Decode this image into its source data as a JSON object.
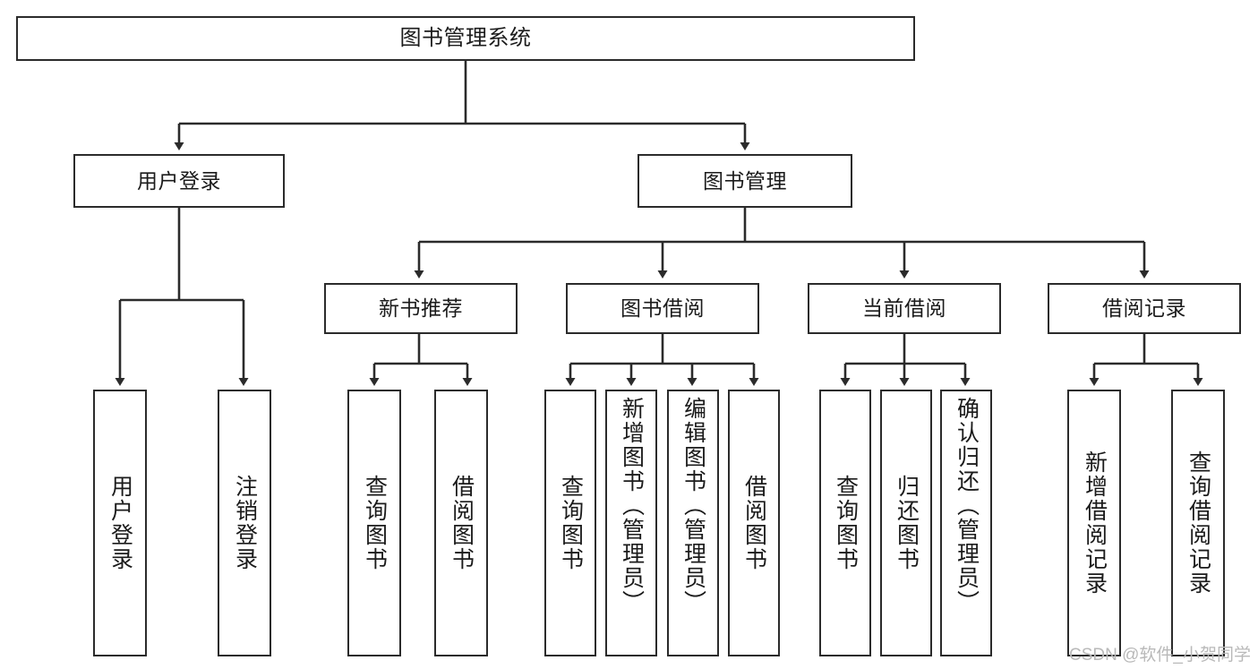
{
  "diagram": {
    "title": "图书管理系统",
    "type": "tree",
    "orientation": "top-down",
    "colors": {
      "box_border": "#2b2b2b",
      "box_fill": "#ffffff",
      "connector": "#2b2b2b",
      "text": "#1b1b1b",
      "watermark": "#b9b9b9"
    }
  },
  "nodes": {
    "root": {
      "label": "图书管理系统"
    },
    "level1": [
      {
        "label": "用户登录"
      },
      {
        "label": "图书管理"
      }
    ],
    "level2": [
      {
        "label": "新书推荐"
      },
      {
        "label": "图书借阅"
      },
      {
        "label": "当前借阅"
      },
      {
        "label": "借阅记录"
      }
    ],
    "leaves": {
      "user_login": [
        {
          "label": "用户登录"
        },
        {
          "label": "注销登录"
        }
      ],
      "new_book_recommend": [
        {
          "label": "查询图书"
        },
        {
          "label": "借阅图书"
        }
      ],
      "book_borrow": [
        {
          "label": "查询图书"
        },
        {
          "label": "新增图书（管理员）"
        },
        {
          "label": "编辑图书（管理员）"
        },
        {
          "label": "借阅图书"
        }
      ],
      "current_borrow": [
        {
          "label": "查询图书"
        },
        {
          "label": "归还图书"
        },
        {
          "label": "确认归还（管理员）"
        }
      ],
      "borrow_record": [
        {
          "label": "新增借阅记录"
        },
        {
          "label": "查询借阅记录"
        }
      ]
    }
  },
  "watermark": {
    "text": "CSDN @软件_小贺同学"
  }
}
